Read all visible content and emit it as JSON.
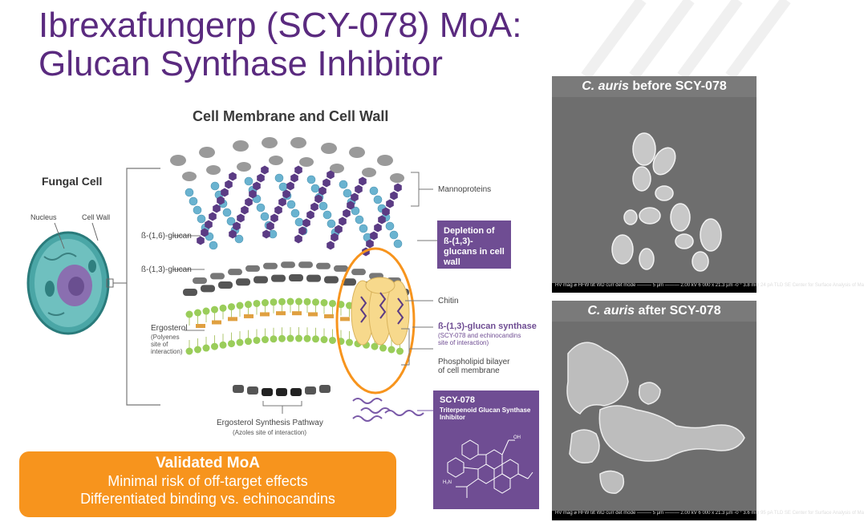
{
  "title": {
    "line1": "Ibrexafungerp (SCY-078) MoA:",
    "line2": "Glucan Synthase Inhibitor"
  },
  "diagram": {
    "heading": "Cell Membrane and Cell Wall",
    "fungal_cell": {
      "title": "Fungal Cell",
      "nucleus": "Nucleus",
      "cell_wall": "Cell Wall"
    },
    "labels": {
      "b16": "ß-(1,6)-glucan",
      "b13": "ß-(1,3)-glucan",
      "ergosterol": "Ergosterol",
      "ergosterol_sub": "(Polyenes site of interaction)",
      "ergo_pathway": "Ergosterol Synthesis Pathway",
      "ergo_pathway_sub": "(Azoles site of interaction)",
      "mannoproteins": "Mannoproteins",
      "chitin": "Chitin",
      "synthase": "ß-(1,3)-glucan synthase",
      "synthase_sub": "(SCY-078 and echinocandins site of interaction)",
      "bilayer": "Phospholipid bilayer of cell membrane"
    },
    "depletion": "Depletion of ß-(1,3)-glucans in cell wall",
    "scy": {
      "title": "SCY-078",
      "subtitle": "Triterpenoid Glucan Synthase Inhibitor"
    }
  },
  "moa": {
    "heading": "Validated MoA",
    "line1": "Minimal risk of off-target effects",
    "line2": "Differentiated binding vs. echinocandins"
  },
  "micrographs": [
    {
      "italic": "C. auris",
      "rest": " before SCY-078",
      "bar": "HV  mag ⌀  HFW  tilt  WD  curr  det  mode ——— 5 µm ——— 2.00 kV 6 000 x 21.3 µm -0 ° 3.8 mm 24 pA TLD  SE  Center for Surface Analysis of Ma"
    },
    {
      "italic": "C. auris",
      "rest": " after SCY-078",
      "bar": "HV  mag ⌀  HFW  tilt  WD  curr  det  mode ——— 5 µm ——— 2.00 kV 6 000 x 21.3 µm -0 ° 3.6 mm 95 pA TLD  SE  Center for Surface Analysis of Ma"
    }
  ],
  "colors": {
    "title": "#5a2a7f",
    "purple_box": "#6f4d93",
    "orange": "#f7941d",
    "b13_chain": "#5b3b84",
    "b16_chain": "#6ab3d0",
    "chitin": "#555555",
    "lipid_head": "#9acd5a",
    "synthase": "#f7d98c"
  }
}
